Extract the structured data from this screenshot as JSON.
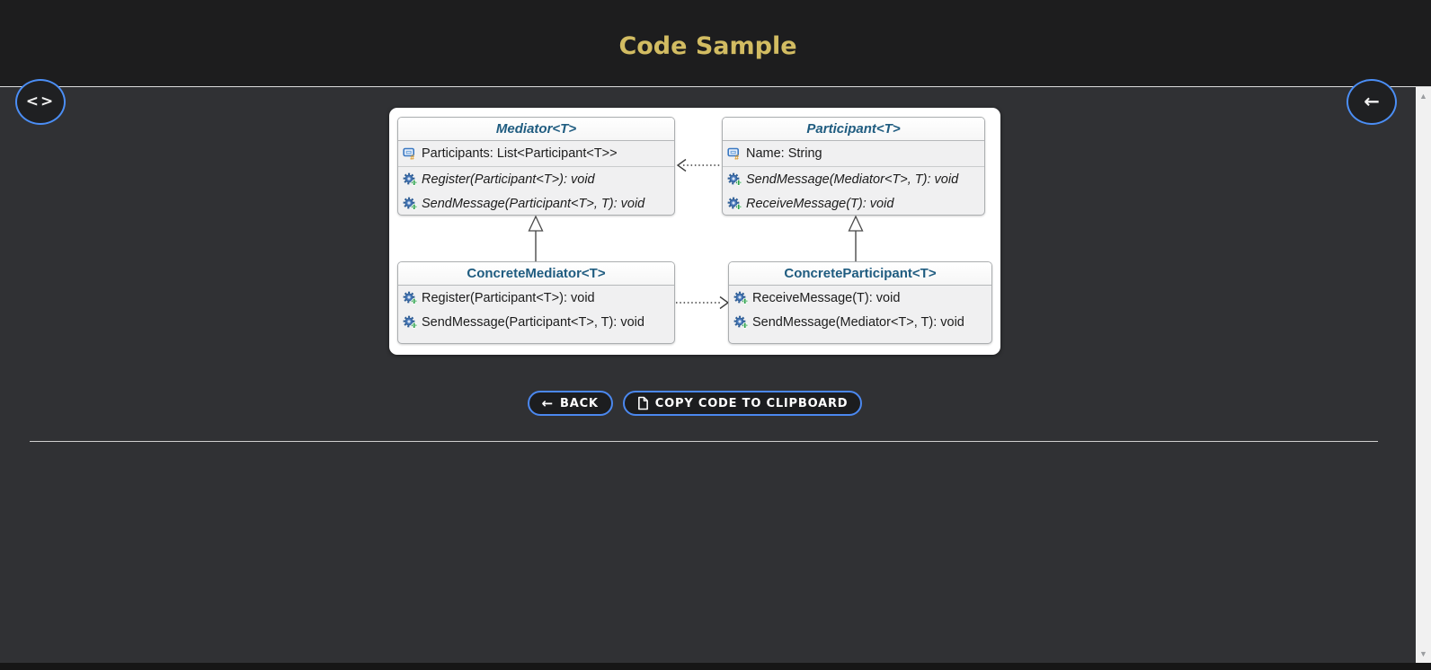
{
  "header": {
    "title": "Code Sample"
  },
  "fabs": {
    "code_glyph": "<>",
    "back_glyph": "←"
  },
  "diagram": {
    "classes": [
      {
        "name": "Mediator<T>",
        "stereotype": "abstract",
        "fields": [
          "Participants: List<Participant<T>>"
        ],
        "methods": [
          "Register(Participant<T>): void",
          "SendMessage(Participant<T>, T): void"
        ]
      },
      {
        "name": "Participant<T>",
        "stereotype": "abstract",
        "fields": [
          "Name: String"
        ],
        "methods": [
          "SendMessage(Mediator<T>, T): void",
          "ReceiveMessage(T): void"
        ]
      },
      {
        "name": "ConcreteMediator<T>",
        "stereotype": "concrete",
        "fields": [],
        "methods": [
          "Register(Participant<T>): void",
          "SendMessage(Participant<T>, T): void"
        ]
      },
      {
        "name": "ConcreteParticipant<T>",
        "stereotype": "concrete",
        "fields": [],
        "methods": [
          "ReceiveMessage(T): void",
          "SendMessage(Mediator<T>, T): void"
        ]
      }
    ],
    "relations": [
      {
        "from": "Participant<T>",
        "to": "Mediator<T>",
        "type": "dashed-dependency"
      },
      {
        "from": "ConcreteMediator<T>",
        "to": "Mediator<T>",
        "type": "generalization"
      },
      {
        "from": "ConcreteParticipant<T>",
        "to": "Participant<T>",
        "type": "generalization"
      },
      {
        "from": "ConcreteMediator<T>",
        "to": "ConcreteParticipant<T>",
        "type": "dashed-dependency"
      }
    ],
    "icons": {
      "field": "field-icon (blue rect with orange #)",
      "method": "gear-add-icon (blue gear with green plus)"
    }
  },
  "actions": {
    "back_glyph": "←",
    "back": "BACK",
    "copy": "COPY CODE TO CLIPBOARD"
  },
  "scrollbar": {
    "up_glyph": "▲",
    "down_glyph": "▼"
  },
  "colors": {
    "header_bg": "#1d1d1e",
    "body_bg": "#303134",
    "title_gold": "#d2bc62",
    "accent_blue": "#4b8ef5",
    "class_title_blue": "#1f5c80",
    "panel_bg": "#ffffff"
  }
}
